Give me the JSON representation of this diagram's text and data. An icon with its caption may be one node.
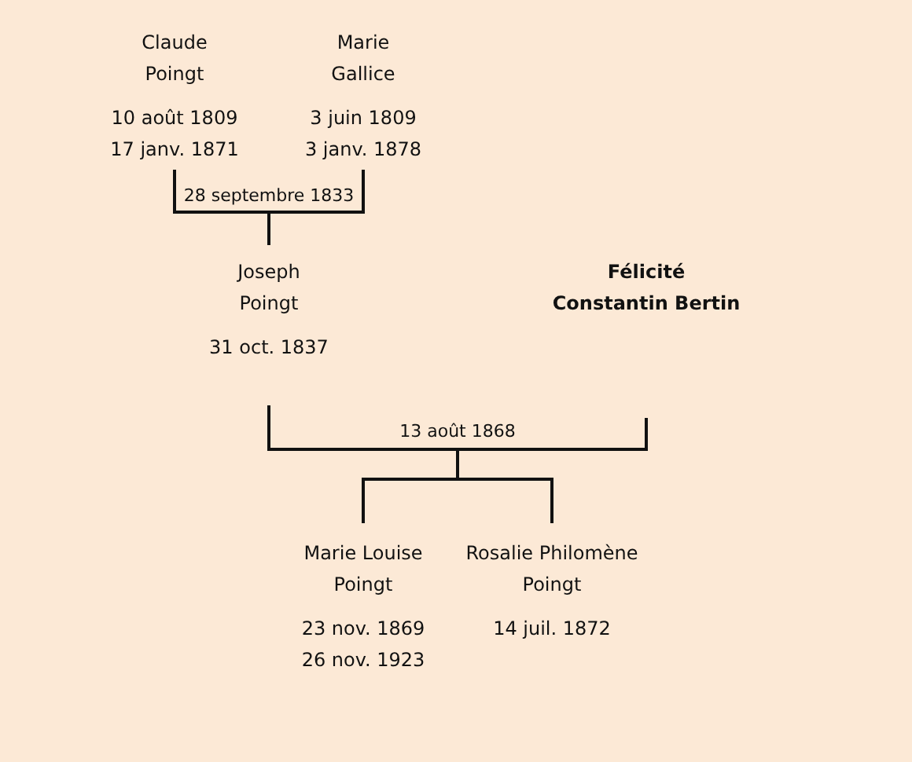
{
  "diagram": {
    "nodes": [
      {
        "text": [
          "Claude Poingt",
          "10 août 1809",
          "17 janv. 1871"
        ]
      },
      {
        "text": [
          "Marie Gallice",
          "3 juin 1809",
          "3 janv. 1878"
        ]
      },
      {
        "text": [
          "Joseph Poingt",
          "31 oct. 1837"
        ]
      },
      {
        "text": [
          "Félicité Constantin Bertin"
        ]
      },
      {
        "text": [
          "Marie Louise Poingt",
          "23 nov. 1869",
          "26 nov. 1923"
        ]
      },
      {
        "text": [
          "Rosalie Philomène Poingt",
          "14 juil. 1872"
        ]
      }
    ],
    "edges": [
      {
        "from": 0,
        "to": 2,
        "arrow": "none",
        "label": "28 septembre 1833"
      },
      {
        "from": 1,
        "to": 2,
        "arrow": "none"
      },
      {
        "from": 2,
        "to": 4,
        "arrow": "none",
        "label": "13 août 1868"
      },
      {
        "from": 2,
        "to": 5,
        "arrow": "none"
      },
      {
        "from": 3,
        "to": 4,
        "arrow": "none"
      },
      {
        "from": 3,
        "to": 5,
        "arrow": "none"
      }
    ]
  }
}
